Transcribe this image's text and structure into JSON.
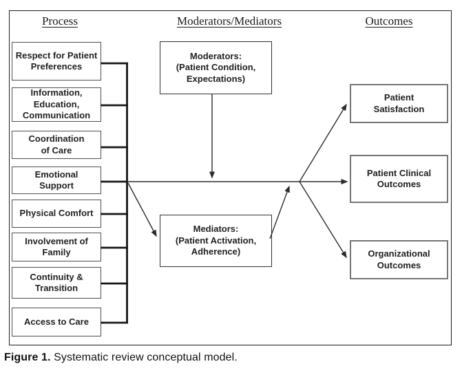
{
  "figure": {
    "caption_label": "Figure 1.",
    "caption_text": " Systematic review conceptual model."
  },
  "columns": {
    "process": {
      "header": "Process",
      "boxes": [
        {
          "label": "Respect for Patient\nPreferences"
        },
        {
          "label": "Information,\nEducation,\nCommunication"
        },
        {
          "label": "Coordination\nof Care"
        },
        {
          "label": "Emotional\nSupport"
        },
        {
          "label": "Physical Comfort"
        },
        {
          "label": "Involvement of\nFamily"
        },
        {
          "label": "Continuity &\nTransition"
        },
        {
          "label": "Access to Care"
        }
      ]
    },
    "moderators_mediators": {
      "header": "Moderators/Mediators",
      "moderators_box": "Moderators:\n(Patient Condition,\nExpectations)",
      "mediators_box": "Mediators:\n(Patient Activation,\nAdherence)"
    },
    "outcomes": {
      "header": "Outcomes",
      "boxes": [
        {
          "label": "Patient\nSatisfaction"
        },
        {
          "label": "Patient Clinical\nOutcomes"
        },
        {
          "label": "Organizational\nOutcomes"
        }
      ]
    }
  },
  "edges": [
    "all process boxes -> shared bracket",
    "process bracket -> patient clinical outcomes (horizontal arrow)",
    "emotional support junction -> mediators box",
    "moderators box -> horizontal path (downward arrow)",
    "mediators box -> convergence point",
    "convergence point -> patient satisfaction",
    "convergence point -> patient clinical outcomes",
    "convergence point -> organizational outcomes"
  ],
  "colors": {
    "background": "#ffffff",
    "frame_border": "#1a1a1a",
    "process_box_border": "#4d4d4d",
    "middle_box_border": "#2e2e2e",
    "outcome_box_border": "#757575",
    "arrow_line": "#2b2b2b",
    "bracket_line": "#151515",
    "text": "#1f1f1f"
  }
}
